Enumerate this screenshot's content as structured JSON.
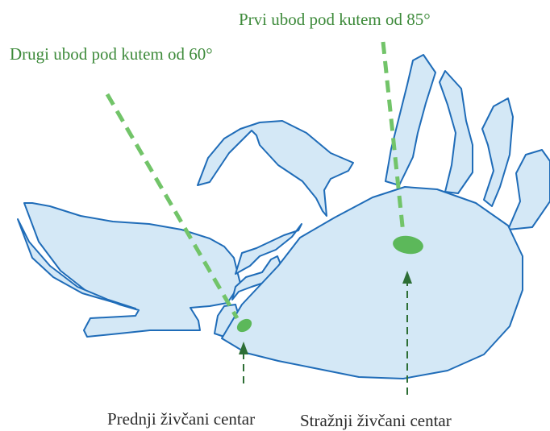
{
  "labels": {
    "first_stab": "Prvi ubod pod kutem od 85°",
    "second_stab": "Drugi ubod pod kutem od 60°",
    "front_center": "Prednji živčani centar",
    "rear_center": "Stražnji živčani centar"
  },
  "colors": {
    "body_fill": "#d4e8f6",
    "outline": "#1f6cb8",
    "stab_line": "#72c469",
    "nerve_center": "#5cb85a",
    "pointer": "#2d6e35",
    "label_green": "#3d8a3a",
    "label_dark": "#2b2b2b"
  }
}
